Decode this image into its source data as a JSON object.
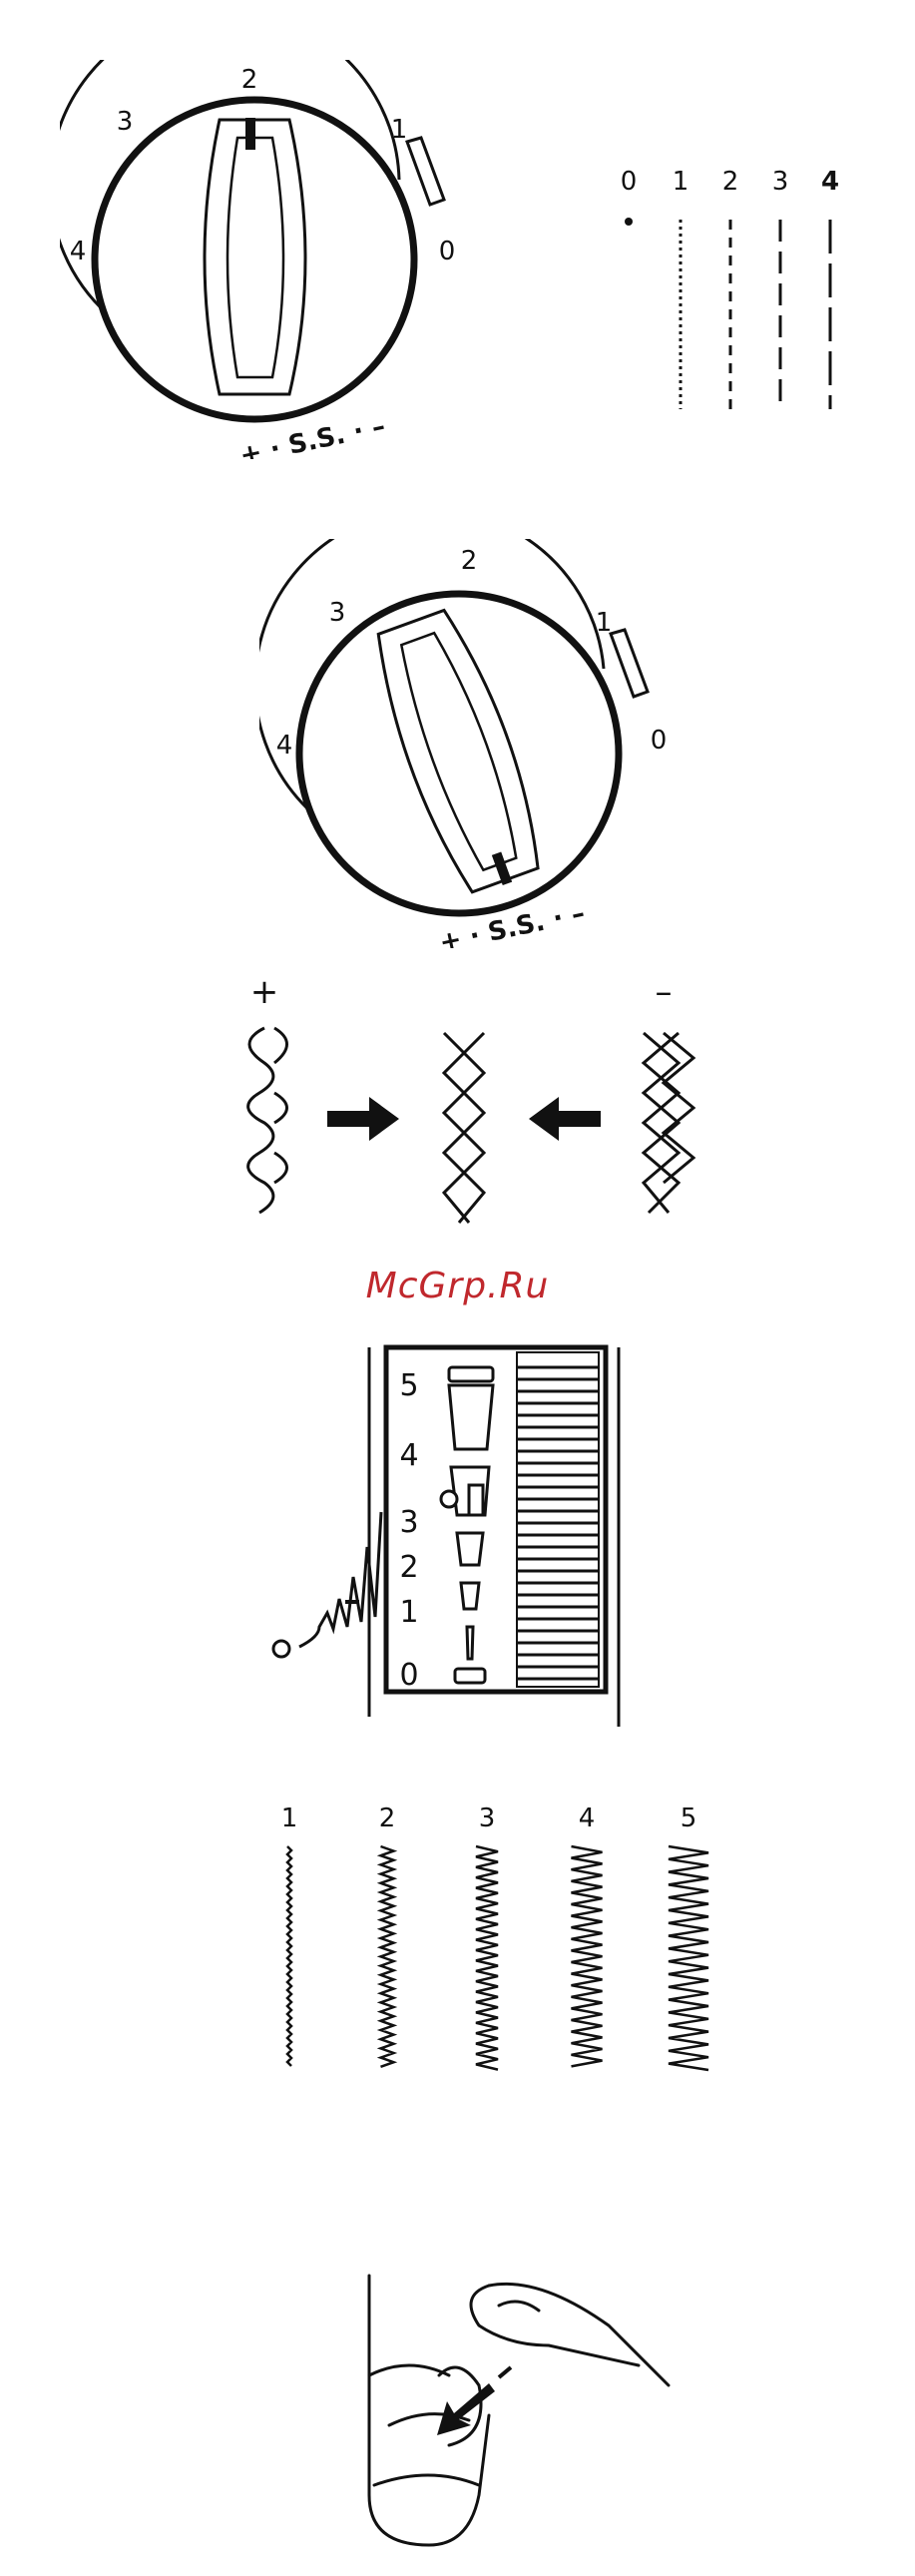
{
  "watermark": {
    "text": "McGrp.Ru",
    "color": "#c0282d"
  },
  "dial1": {
    "numbers": [
      "2",
      "3",
      "1",
      "4",
      "0"
    ],
    "ss": "+ · S.S. · –"
  },
  "stitch_length_chart": {
    "labels": [
      "0",
      "1",
      "2",
      "3",
      "4"
    ]
  },
  "dial2": {
    "numbers": [
      "2",
      "3",
      "1",
      "4",
      "0"
    ],
    "ss": "+ · S.S. · –"
  },
  "balance": {
    "plus": "+",
    "minus": "–"
  },
  "width_dial": {
    "numbers": [
      "5",
      "4",
      "3",
      "2",
      "1",
      "0"
    ]
  },
  "zigzag_widths": {
    "labels": [
      "1",
      "2",
      "3",
      "4",
      "5"
    ]
  }
}
